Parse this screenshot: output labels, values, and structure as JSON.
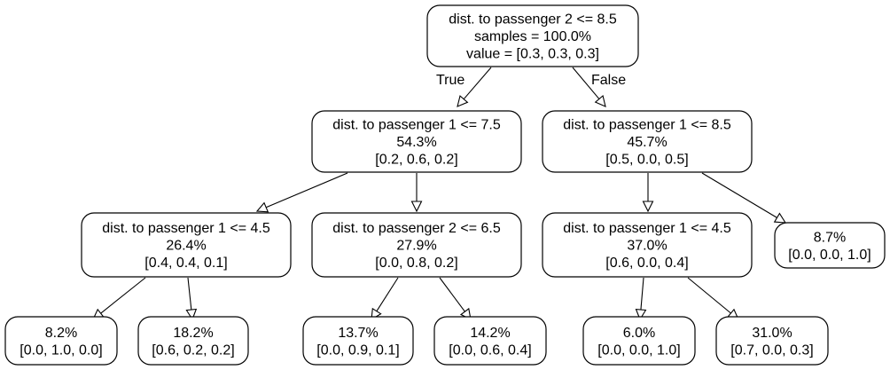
{
  "tree": {
    "nodes": [
      {
        "id": "root",
        "lines": [
          "dist. to passenger 2 <= 8.5",
          "samples = 100.0%",
          "value = [0.3, 0.3, 0.3]"
        ]
      },
      {
        "id": "n1",
        "lines": [
          "dist. to passenger 1 <= 7.5",
          "54.3%",
          "[0.2, 0.6, 0.2]"
        ]
      },
      {
        "id": "n2",
        "lines": [
          "dist. to passenger 1 <= 8.5",
          "45.7%",
          "[0.5, 0.0, 0.5]"
        ]
      },
      {
        "id": "n3",
        "lines": [
          "dist. to passenger 1 <= 4.5",
          "26.4%",
          "[0.4, 0.4, 0.1]"
        ]
      },
      {
        "id": "n4",
        "lines": [
          "dist. to passenger 2 <= 6.5",
          "27.9%",
          "[0.0, 0.8, 0.2]"
        ]
      },
      {
        "id": "n5",
        "lines": [
          "dist. to passenger 1 <= 4.5",
          "37.0%",
          "[0.6, 0.0, 0.4]"
        ]
      },
      {
        "id": "n6",
        "lines": [
          "8.7%",
          "[0.0, 0.0, 1.0]"
        ]
      },
      {
        "id": "n7",
        "lines": [
          "8.2%",
          "[0.0, 1.0, 0.0]"
        ]
      },
      {
        "id": "n8",
        "lines": [
          "18.2%",
          "[0.6, 0.2, 0.2]"
        ]
      },
      {
        "id": "n9",
        "lines": [
          "13.7%",
          "[0.0, 0.9, 0.1]"
        ]
      },
      {
        "id": "n10",
        "lines": [
          "14.2%",
          "[0.0, 0.6, 0.4]"
        ]
      },
      {
        "id": "n11",
        "lines": [
          "6.0%",
          "[0.0, 0.0, 1.0]"
        ]
      },
      {
        "id": "n12",
        "lines": [
          "31.0%",
          "[0.7, 0.0, 0.3]"
        ]
      }
    ],
    "edges": [
      {
        "from": "root",
        "to": "n1",
        "label": "True"
      },
      {
        "from": "root",
        "to": "n2",
        "label": "False"
      },
      {
        "from": "n1",
        "to": "n3",
        "label": ""
      },
      {
        "from": "n1",
        "to": "n4",
        "label": ""
      },
      {
        "from": "n2",
        "to": "n5",
        "label": ""
      },
      {
        "from": "n2",
        "to": "n6",
        "label": ""
      },
      {
        "from": "n3",
        "to": "n7",
        "label": ""
      },
      {
        "from": "n3",
        "to": "n8",
        "label": ""
      },
      {
        "from": "n4",
        "to": "n9",
        "label": ""
      },
      {
        "from": "n4",
        "to": "n10",
        "label": ""
      },
      {
        "from": "n5",
        "to": "n11",
        "label": ""
      },
      {
        "from": "n5",
        "to": "n12",
        "label": ""
      }
    ]
  }
}
